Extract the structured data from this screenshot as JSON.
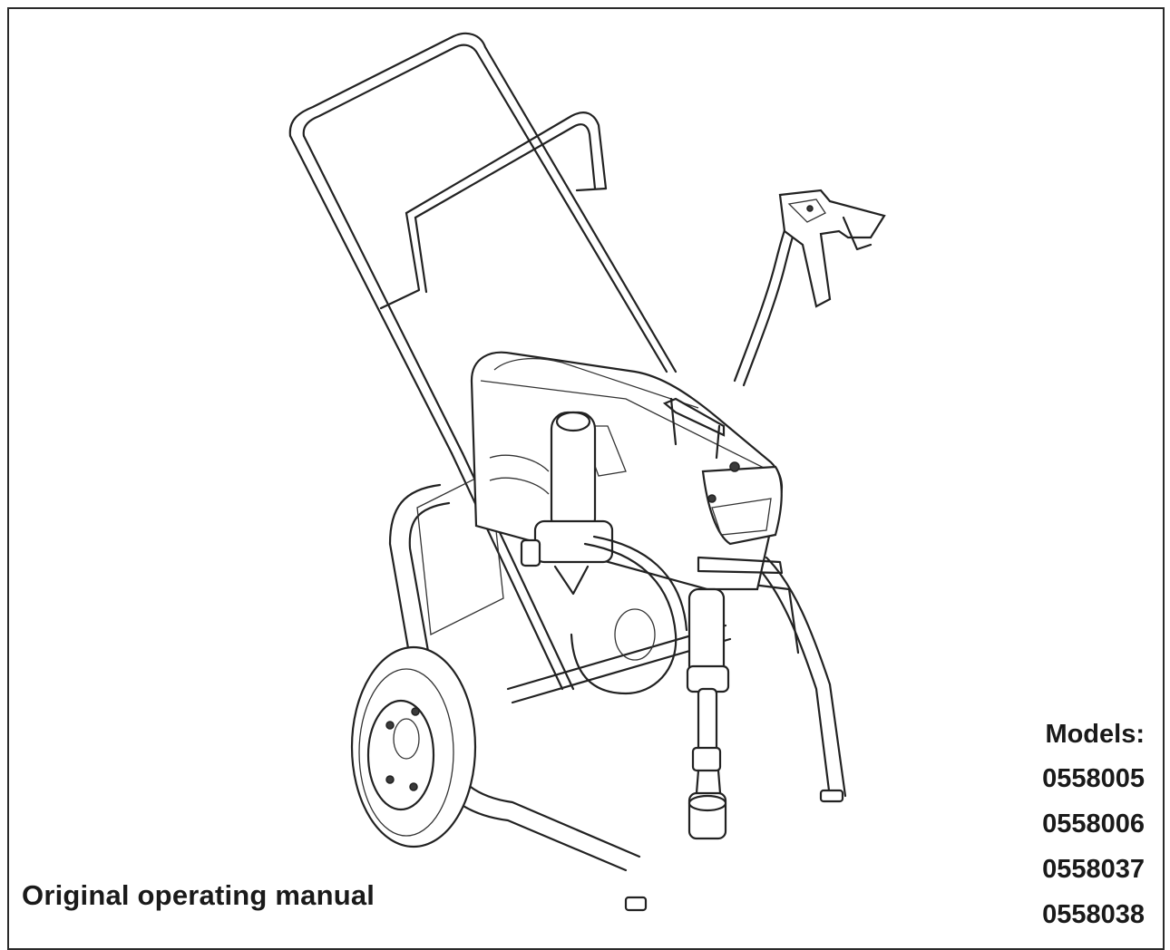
{
  "document": {
    "title": "Original operating manual",
    "models_label": "Models:",
    "models": [
      "0558005",
      "0558006",
      "0558037",
      "0558038"
    ]
  },
  "illustration": {
    "subject": "airless-paint-sprayer-cart-icon"
  }
}
